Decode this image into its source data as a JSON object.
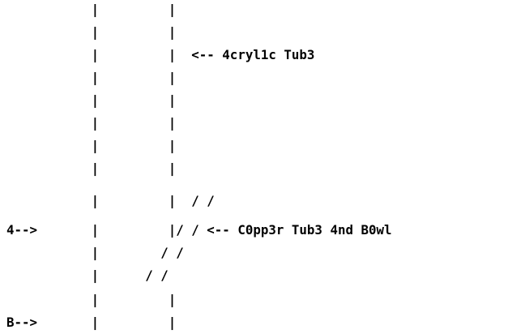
{
  "diagram": {
    "lines": [
      "           |         |",
      "           |         |",
      "           |         |  <-- 4cryl1c Tub3",
      "           |         |",
      "           |         |",
      "           |         |",
      "           |         |",
      "           |         |",
      "           |         |  / /",
      "4-->       |         |/ / <-- C0pp3r Tub3 4nd B0wl",
      "           |        / /",
      "           |      / /",
      "           |         |",
      "B-->       |         |"
    ],
    "labels": {
      "acrylic_tube": "<-- 4cryl1c Tub3",
      "copper_tube_and_bowl": "<-- C0pp3r Tub3 4nd B0wl",
      "marker_a": "4-->",
      "marker_b": "B-->"
    }
  }
}
